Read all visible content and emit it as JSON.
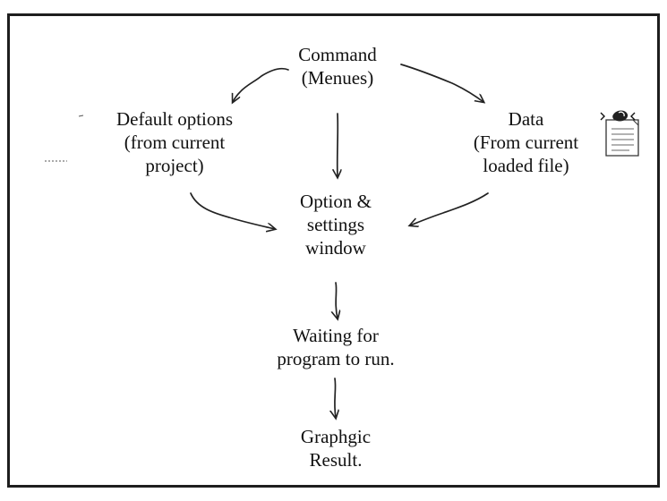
{
  "diagram": {
    "nodes": {
      "command": [
        "Command",
        "(Menues)"
      ],
      "default_options": [
        "Default options",
        "(from current",
        "project)"
      ],
      "data": [
        "Data",
        "(From current",
        "loaded file)"
      ],
      "option_settings": [
        "Option &",
        "settings",
        "window"
      ],
      "waiting": [
        "Waiting for",
        "program to run."
      ],
      "result": [
        "Graphgic",
        "Result."
      ]
    },
    "edges": [
      {
        "from": "command",
        "to": "default_options"
      },
      {
        "from": "command",
        "to": "option_settings"
      },
      {
        "from": "command",
        "to": "data"
      },
      {
        "from": "default_options",
        "to": "option_settings"
      },
      {
        "from": "data",
        "to": "option_settings"
      },
      {
        "from": "option_settings",
        "to": "waiting"
      },
      {
        "from": "waiting",
        "to": "result"
      }
    ],
    "icons": [
      "document-icon"
    ]
  }
}
